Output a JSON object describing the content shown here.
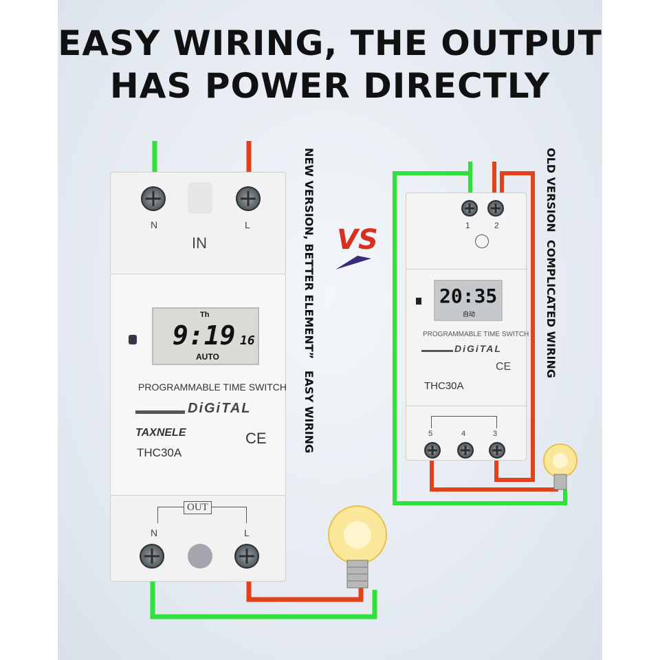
{
  "headline": {
    "line1": "EASY WIRING,  THE OUTPUT",
    "line2": "HAS POWER DIRECTLY"
  },
  "new_device": {
    "terminal_in_left": "N",
    "terminal_in_right": "L",
    "in_label": "IN",
    "lcd_day": "Th",
    "lcd_time": "9:19",
    "lcd_seconds": "16",
    "lcd_mode": "AUTO",
    "product_line": "PROGRAMMABLE TIME SWITCH",
    "digital": "DiGiTAL",
    "brand": "TAXNELE",
    "ce": "CE",
    "model": "THC30A",
    "out_label": "OUT",
    "terminal_out_left": "N",
    "terminal_out_right": "L"
  },
  "old_device": {
    "terminal_1": "1",
    "terminal_2": "2",
    "lcd_time": "20:35",
    "lcd_mode": "自动",
    "product_line": "PROGRAMMABLE TIME SWITCH",
    "digital": "DiGiTAL",
    "ce": "CE",
    "model": "THC30A",
    "terminal_5": "5",
    "terminal_4": "4",
    "terminal_3": "3"
  },
  "vs_label": "VS",
  "new_caption": "NEW VERSION, BETTER ELEMENT”   EASY WIRING",
  "old_caption": "OLD VERSION  COMPLICATED WIRING",
  "colors": {
    "live_wire": "#e2421a",
    "neutral_wire": "#2fe23a",
    "vs": "#d8301f"
  }
}
